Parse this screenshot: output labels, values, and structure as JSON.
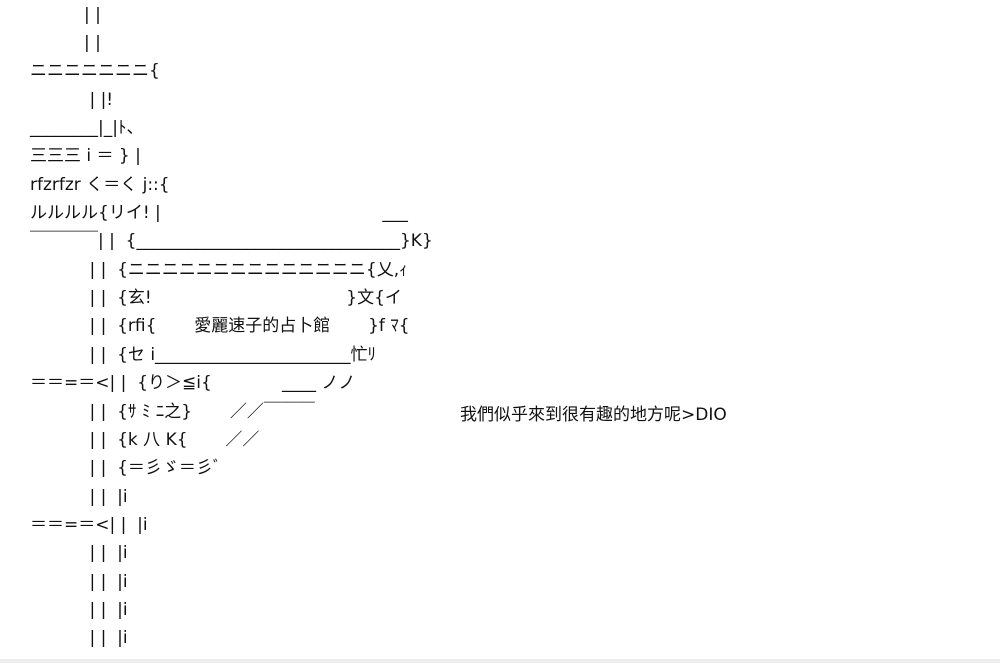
{
  "art": {
    "lines": [
      "          | |",
      "          | |",
      "ニニニニニニニ{",
      "           | |!",
      "________|_|ﾄ、",
      "三三三 i ＝ } |",
      "rfzrfzr く＝く j::{",
      "ルルルル{リイ! |                                         ___",
      "￣￣￣￣| |  {_______________________________}K}",
      "           | |  {ニニニニニニニニニニニニニニ{乂,ｨ",
      "           | |  {玄!                                    }文{イ",
      "           | |  {rfi{       愛麗速子的占卜館       }f ﾏ{",
      "           | |  {セ i_______________________忙ﾘ",
      "＝＝=＝<| |  {り＞≦i{             ____ ノノ",
      "           | |  {ｻ ﾐ ﾆ之}       ／／￣￣￣",
      "           | |  {k 八 K{       ／／",
      "           | |  {＝彡ゞ＝彡ﾞ",
      "           | |  |i",
      "＝＝=＝<| |  |i",
      "           | |  |i",
      "           | |  |i",
      "           | |  |i",
      "           | |  |i"
    ]
  },
  "dialogue": {
    "text": "我們似乎來到很有趣的地方呢>DIO"
  }
}
